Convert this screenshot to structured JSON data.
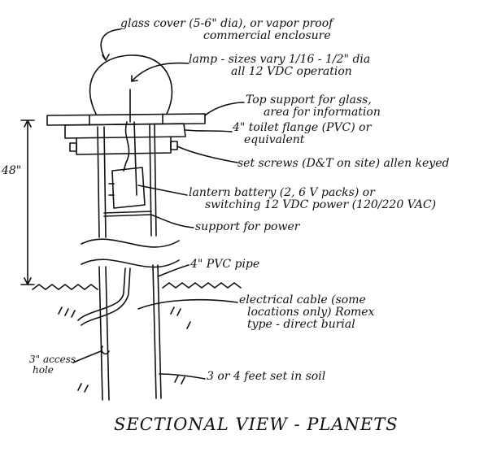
{
  "annotations": {
    "glass_cover": [
      "glass cover (5-6\" dia), or vapor proof",
      "commercial enclosure"
    ],
    "lamp_sizes": [
      "lamp - sizes vary 1/16 - 1/2\" dia",
      "all 12 VDC operation"
    ],
    "top_support": [
      "Top support for glass,",
      "area for information"
    ],
    "toilet_flange": [
      "4\" toilet flange (PVC) or",
      "equivalent"
    ],
    "set_screws": "set screws (D&T on site) allen keyed",
    "lantern_battery": [
      "lantern battery (2, 6 V packs) or",
      "switching 12 VDC power (120/220 VAC)"
    ],
    "support_power": "support for power",
    "pvc_pipe": "4\" PVC pipe",
    "electrical_cable": [
      "electrical cable (some",
      "locations only) Romex",
      "type - direct burial"
    ],
    "access_hole": [
      "3\" access",
      "hole"
    ],
    "soil": "3 or 4 feet set in soil"
  },
  "dimension": "48\"",
  "title": "SECTIONAL VIEW - PLANETS"
}
